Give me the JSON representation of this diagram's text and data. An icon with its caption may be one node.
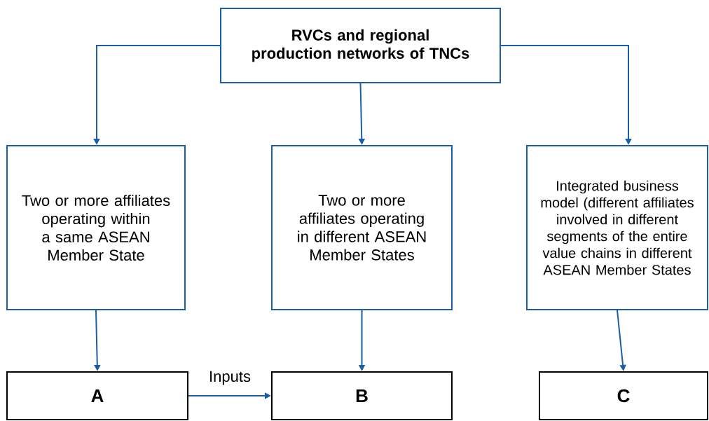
{
  "diagram": {
    "nodes": [
      {
        "text": [
          "RVCs and regional production networks of TNCs"
        ]
      },
      {
        "text": [
          "Two or more affiliates operating within a same ASEAN Member State"
        ]
      },
      {
        "text": [
          "Two or more affiliates operating in different ASEAN Member States"
        ]
      },
      {
        "text": [
          "Integrated business model (different affiliates involved in different segments of the entire value chains in different ASEAN Member States"
        ]
      },
      {
        "text": [
          "A"
        ]
      },
      {
        "text": [
          "B"
        ]
      },
      {
        "text": [
          "C"
        ]
      }
    ],
    "edges": [
      {
        "from": 0,
        "to": 1,
        "arrow": "to"
      },
      {
        "from": 0,
        "to": 2,
        "arrow": "to"
      },
      {
        "from": 0,
        "to": 3,
        "arrow": "to"
      },
      {
        "from": 1,
        "to": 4,
        "arrow": "to"
      },
      {
        "from": 2,
        "to": 5,
        "arrow": "to"
      },
      {
        "from": 3,
        "to": 6,
        "arrow": "to"
      },
      {
        "from": 4,
        "to": 5,
        "arrow": "to",
        "label": "Inputs"
      }
    ]
  }
}
